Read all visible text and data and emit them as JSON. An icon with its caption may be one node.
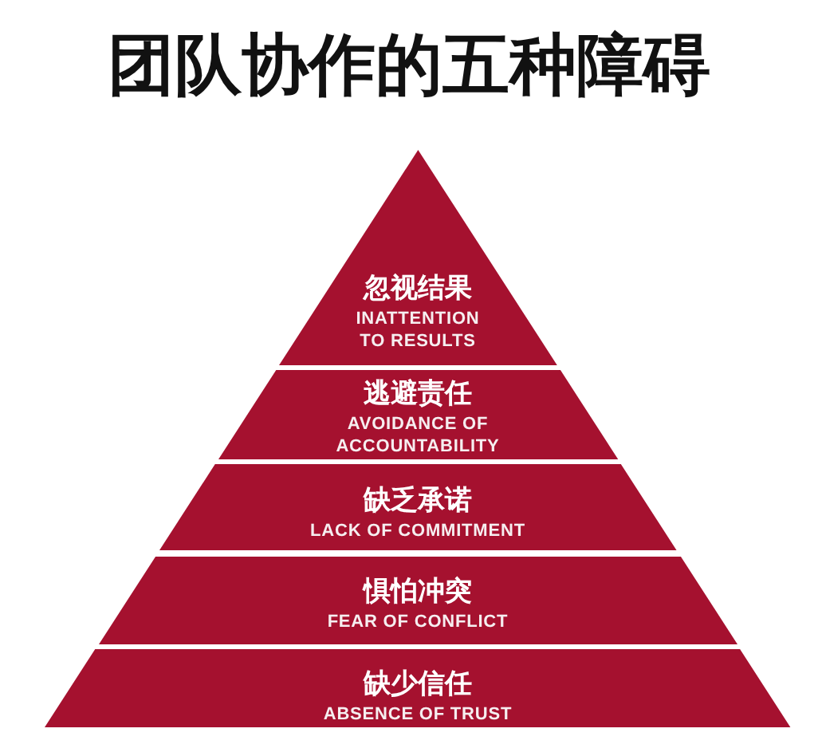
{
  "diagram": {
    "title": "团队协作的五种障碍",
    "nodes": [
      {
        "text": [
          "忽视结果",
          "INATTENTION TO RESULTS"
        ]
      },
      {
        "text": [
          "逃避责任",
          "AVOIDANCE OF ACCOUNTABILITY"
        ]
      },
      {
        "text": [
          "缺乏承诺",
          "LACK OF COMMITMENT"
        ]
      },
      {
        "text": [
          "惧怕冲突",
          "FEAR OF CONFLICT"
        ]
      },
      {
        "text": [
          "缺少信任",
          "ABSENCE OF TRUST"
        ]
      }
    ]
  }
}
